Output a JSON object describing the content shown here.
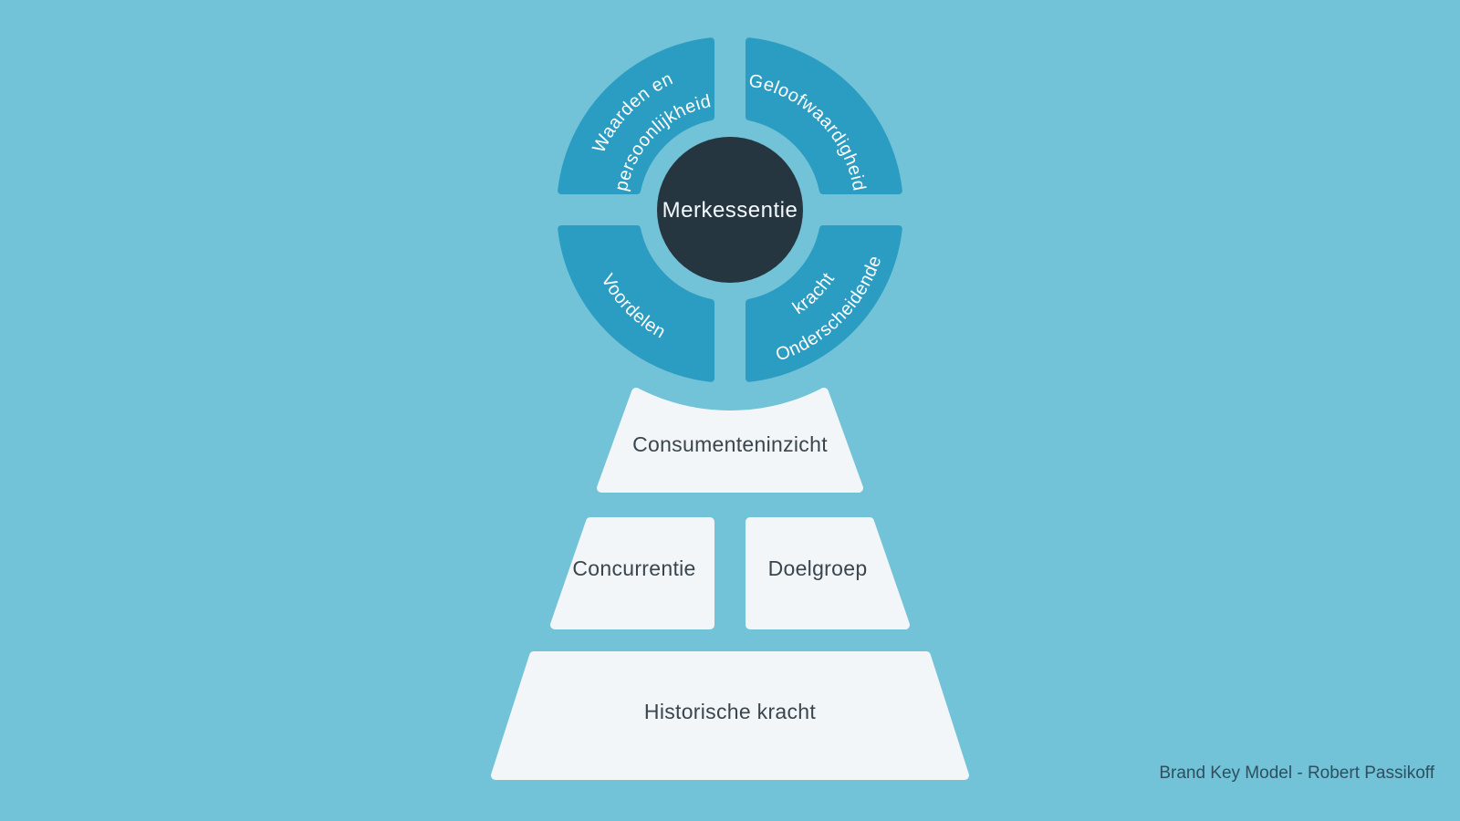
{
  "title": "Brand Key Model",
  "attribution": "Brand Key Model - Robert Passikoff",
  "colors": {
    "background": "#72c2d8",
    "ring_segment": "#2b9cc2",
    "core_circle": "#263641",
    "pyramid_block": "#f2f6f9",
    "block_text": "#3a454d",
    "ring_text": "#ffffff",
    "attribution_text": "#2f4f60"
  },
  "ring": {
    "center_label": "Merkessentie",
    "segments": [
      {
        "position": "top-left",
        "line1": "Waarden en",
        "line2": "persoonlijkheid"
      },
      {
        "position": "top-right",
        "line1": "Geloofwaardigheid",
        "line2": ""
      },
      {
        "position": "bottom-left",
        "line1": "Voordelen",
        "line2": ""
      },
      {
        "position": "bottom-right",
        "line1": "Onderscheidende",
        "line2": "kracht"
      }
    ]
  },
  "pyramid": {
    "levels": [
      {
        "row": 1,
        "label": "Consumenteninzicht"
      },
      {
        "row": 2,
        "label": "Concurrentie"
      },
      {
        "row": 2,
        "label": "Doelgroep"
      },
      {
        "row": 3,
        "label": "Historische kracht"
      }
    ]
  }
}
